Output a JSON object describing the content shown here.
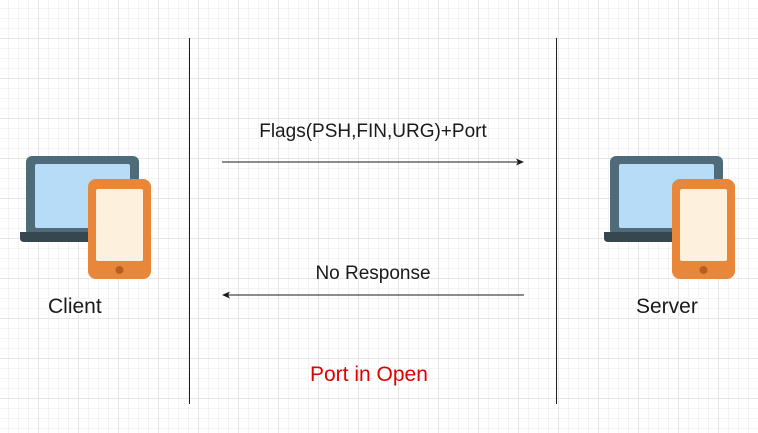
{
  "nodes": {
    "client": {
      "label": "Client",
      "icon": "laptop-phone-icon"
    },
    "server": {
      "label": "Server",
      "icon": "laptop-phone-icon"
    }
  },
  "messages": [
    {
      "label": "Flags(PSH,FIN,URG)+Port",
      "direction": "client-to-server"
    },
    {
      "label": "No Response",
      "direction": "server-to-client"
    }
  ],
  "status": {
    "label": "Port in Open",
    "color": "#e00000"
  },
  "colors": {
    "laptop_body": "#4f6b7a",
    "laptop_screen": "#b6dcf7",
    "phone_body": "#e8873a",
    "phone_screen": "#fdf0dd"
  }
}
